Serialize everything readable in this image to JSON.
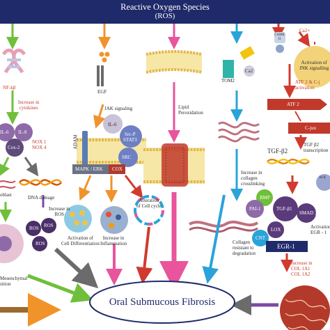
{
  "header": {
    "title": "Reactive Oxygen Species",
    "subtitle": "(ROS)"
  },
  "center": {
    "label": "Oral Submucous Fibrosis"
  },
  "col1": {
    "nfkb": "NF-kβ",
    "cytokines": "Increase in\ncytokines",
    "il6": "IL-6",
    "il8": "IL-8",
    "cox2": "Cox-2",
    "nox": "NOX 1\nNOX 4",
    "dna_damage": "DNA damage",
    "ros_increase": "Increase in\nROS",
    "ros_nodes": [
      "ROS",
      "ROS",
      "ROS"
    ],
    "fibroblast": "oblast",
    "mesenchymal": "Mesenchymal\nsition"
  },
  "col2": {
    "egf": "EGF",
    "jak": "JAK signaling",
    "adam": "ADAM",
    "il6": "IL-6",
    "src_p": "Src-P\nSTAT3",
    "src": "SRC",
    "mapk": "MAPK / ERK",
    "cox": "COX",
    "alteration": "Alteration\nof Cell cycle",
    "activation": "Activation of\nCell Differentiation",
    "inflammation": "Increase in\nInflammation"
  },
  "col3": {
    "lipid": "Lipid\nPeroxidation"
  },
  "col4": {
    "tom2": "TOM2",
    "ca2": "Ca2",
    "crosslink": "Increase in\ncollagen\ncrosslinking",
    "resistant": "Collagen\nresistant to\ndegradation"
  },
  "col5": {
    "ca2_plus": "Ca2+",
    "camk": "CAMK\nII",
    "jnk": "Activation of\nJNK signalling",
    "atf": "ATF 2 & C-j\nactivation",
    "atf2": "ATF 2",
    "cjun": "C-jun",
    "tgf": "TGF-β2",
    "tgf_trans": "TGF β2\ntranscription",
    "alk": "ALK",
    "tgf1": "TGF-β1",
    "bmp": "BMP",
    "pai": "PAI-1",
    "smad": "SMAD 3",
    "lox": "LOX",
    "ctgf": "CNT",
    "activation_egr": "Activation o\nEGR - 1",
    "egr": "EGR-1",
    "col": "Increase in\nCOL 1A1\nCOL 1A2"
  },
  "colors": {
    "header_bg": "#1f2a6b",
    "green": "#6fbf3a",
    "orange": "#f0932b",
    "pink": "#e8559c",
    "blue": "#2aa3d8",
    "red": "#d03a2f",
    "purple": "#7d4aa0",
    "grey": "#6b6b6b",
    "brown": "#9b6a2e",
    "tgf_purple": "#5a3a7a",
    "egr_navy": "#1f2a6b"
  }
}
